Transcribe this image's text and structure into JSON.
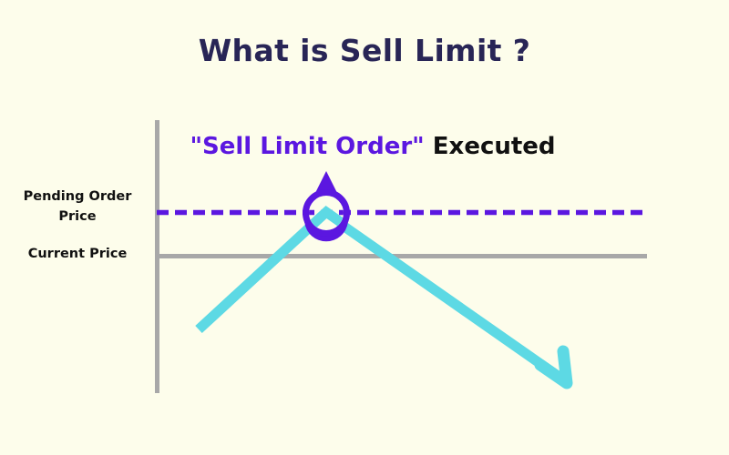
{
  "page": {
    "background_color": "#fdfdeb",
    "title": "What is Sell Limit ?",
    "title_color": "#282556"
  },
  "subtitle": {
    "highlight_text": "\"Sell Limit Order\"",
    "highlight_color": "#5b17e0",
    "plain_text": " Executed",
    "plain_color": "#111111"
  },
  "labels": {
    "pending_order_price_line1": "Pending Order",
    "pending_order_price_line2": "Price",
    "current_price": "Current Price"
  },
  "colors": {
    "purple": "#5b17e0",
    "cyan": "#5dd9e4",
    "gray": "#a8a8a8",
    "navy": "#282556",
    "black": "#111111"
  },
  "chart_data": {
    "type": "line",
    "title": "What is Sell Limit ?",
    "subtitle": "\"Sell Limit Order\" Executed",
    "xlabel": "",
    "ylabel": "",
    "grid": false,
    "legend": "none",
    "axis": {
      "vertical_axis_x": 172,
      "vertical_axis_y_top": 132,
      "vertical_axis_y_bottom": 432,
      "color": "#a8a8a8"
    },
    "reference_lines": [
      {
        "name": "Pending Order Price",
        "label": "Pending Order Price",
        "y": 233,
        "x_start": 172,
        "x_end": 712,
        "style": "dashed",
        "color": "#5b17e0",
        "width": 5
      },
      {
        "name": "Current Price",
        "label": "Current Price",
        "y": 281,
        "x_start": 172,
        "x_end": 710,
        "style": "solid",
        "color": "#a8a8a8",
        "width": 5
      }
    ],
    "series": [
      {
        "name": "price-path",
        "color": "#5dd9e4",
        "width": 11,
        "arrow": true,
        "points": [
          {
            "x": 218,
            "y": 362
          },
          {
            "x": 358,
            "y": 234
          },
          {
            "x": 618,
            "y": 416
          }
        ]
      }
    ],
    "markers": [
      {
        "name": "sell-limit-trigger",
        "shape": "pin-circle",
        "x": 358,
        "y": 234,
        "radius": 25,
        "apex_y": 190,
        "color": "#5b17e0",
        "stroke_width": 7
      }
    ],
    "annotations": [
      {
        "text": "\"Sell Limit Order\" Executed",
        "x": 450,
        "y": 164
      }
    ]
  }
}
